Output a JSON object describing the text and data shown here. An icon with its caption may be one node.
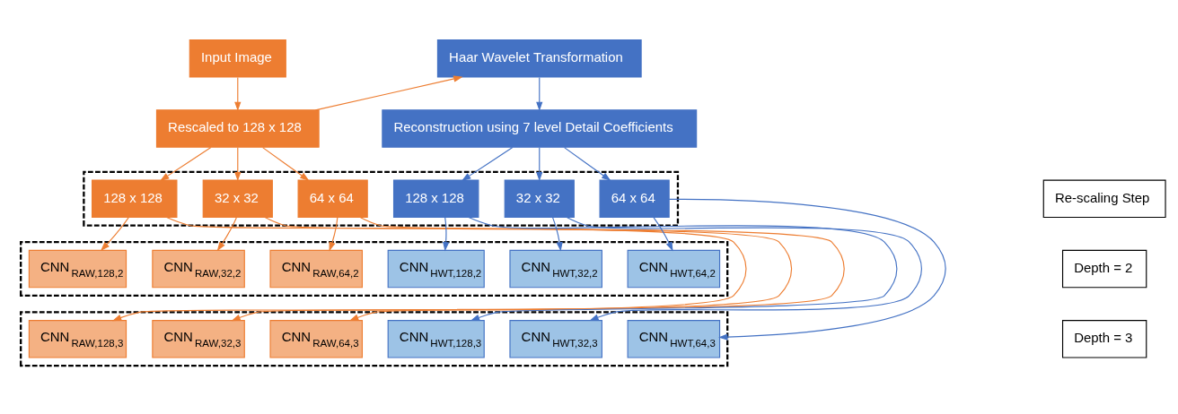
{
  "diagram": {
    "nodes": [
      {
        "text": [
          "Input Image"
        ]
      },
      {
        "text": [
          "Haar Wavelet Transformation"
        ]
      },
      {
        "text": [
          "Rescaled to 128 x 128"
        ]
      },
      {
        "text": [
          "Reconstruction using 7 level Detail Coefficients"
        ]
      },
      {
        "text": [
          "Re-scaling Step"
        ]
      },
      {
        "text": [],
        "shape": "box"
      },
      {
        "text": [
          "32 x 32"
        ],
        "in": 5
      },
      {
        "text": [
          "64 x 64"
        ],
        "in": 5
      },
      {
        "text": [
          "128 x 128"
        ],
        "in": 5
      },
      {
        "text": [
          "32 x 32"
        ],
        "in": 5
      },
      {
        "text": [
          "64 x 64"
        ],
        "in": 5
      },
      {
        "text": [
          "128 x 128"
        ],
        "in": 5
      },
      {
        "text": [
          "Depth = 2"
        ]
      },
      {
        "text": [],
        "shape": "box"
      },
      {
        "text": [
          "CNN$_{RAW,32,2}$"
        ],
        "in": 13
      },
      {
        "text": [
          "CNN$_{RAW,64,2}$"
        ],
        "in": 13
      },
      {
        "text": [
          "CNN$_{RAW,128,2}$"
        ],
        "in": 13
      },
      {
        "text": [
          "CNN$_{HWT,32,2}$"
        ],
        "in": 13
      },
      {
        "text": [
          "CNN$_{HWT,64,2}$"
        ],
        "in": 13
      },
      {
        "text": [
          "CNN$_{HWT,128,2}$"
        ],
        "in": 13
      },
      {
        "text": [
          "Depth = 3"
        ]
      },
      {
        "text": [],
        "shape": "box"
      },
      {
        "text": [
          "CNN$_{RAW,32,3}$"
        ],
        "in": 21
      },
      {
        "text": [
          "CNN$_{RAW,64,3}$"
        ],
        "in": 21
      },
      {
        "text": [
          "CNN$_{RAW,128,3}$"
        ],
        "in": 21
      },
      {
        "text": [
          "CNN$_{HWT,32,3}$"
        ],
        "in": 21
      },
      {
        "text": [
          "CNN$_{HWT,64,3}$"
        ],
        "in": 21
      },
      {
        "text": [
          "CNN$_{HWT,128,3}$"
        ],
        "in": 21
      }
    ],
    "edges": [
      {
        "from": 0,
        "to": 2,
        "arrow": "to"
      },
      {
        "from": 2,
        "to": 1,
        "arrow": "to"
      },
      {
        "from": 1,
        "to": 3,
        "arrow": "to",
        "color": "#4472c4"
      },
      {
        "from": 2,
        "to": 6,
        "arrow": "to"
      },
      {
        "from": 2,
        "to": 7,
        "arrow": "to"
      },
      {
        "from": 2,
        "to": 8,
        "arrow": "to"
      },
      {
        "from": 3,
        "to": 9,
        "arrow": "to",
        "color": "#4472c4"
      },
      {
        "from": 3,
        "to": 10,
        "arrow": "to",
        "color": "#4472c4"
      },
      {
        "from": 3,
        "to": 11,
        "arrow": "to",
        "color": "#4472c4"
      },
      {
        "from": 6,
        "to": 14,
        "arrow": "to"
      },
      {
        "from": 6,
        "to": 22,
        "arrow": "to"
      },
      {
        "from": 7,
        "to": 15,
        "arrow": "to"
      },
      {
        "from": 7,
        "to": 23,
        "arrow": "to"
      },
      {
        "from": 8,
        "to": 16,
        "arrow": "to"
      },
      {
        "from": 8,
        "to": 24,
        "arrow": "to"
      },
      {
        "from": 9,
        "to": 17,
        "arrow": "to",
        "color": "#4472c4"
      },
      {
        "from": 9,
        "to": 25,
        "arrow": "to",
        "color": "#4472c4"
      },
      {
        "from": 10,
        "to": 18,
        "arrow": "to",
        "color": "#4472c4"
      },
      {
        "from": 10,
        "to": 26,
        "arrow": "to",
        "color": "#4472c4"
      },
      {
        "from": 11,
        "to": 19,
        "arrow": "to",
        "color": "#4472c4"
      },
      {
        "from": 11,
        "to": 27,
        "arrow": "to",
        "color": "#4472c4"
      }
    ]
  }
}
